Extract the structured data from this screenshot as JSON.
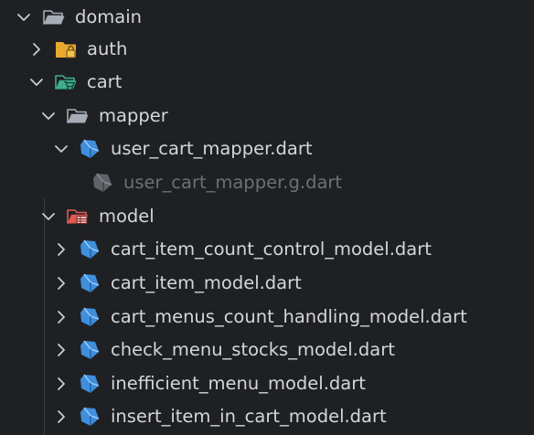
{
  "tree": {
    "domain": {
      "label": "domain"
    },
    "auth": {
      "label": "auth"
    },
    "cart": {
      "label": "cart"
    },
    "mapper": {
      "label": "mapper"
    },
    "user_cart_mapper": {
      "label": "user_cart_mapper.dart"
    },
    "user_cart_mapper_g": {
      "label": "user_cart_mapper.g.dart"
    },
    "model": {
      "label": "model"
    },
    "model_files": [
      {
        "label": "cart_item_count_control_model.dart"
      },
      {
        "label": "cart_item_model.dart"
      },
      {
        "label": "cart_menus_count_handling_model.dart"
      },
      {
        "label": "check_menu_stocks_model.dart"
      },
      {
        "label": "inefficient_menu_model.dart"
      },
      {
        "label": "insert_item_in_cart_model.dart"
      }
    ]
  },
  "colors": {
    "background": "#1f2023",
    "text": "#d4d6da",
    "dimmed_text": "#6c6f75",
    "folder_plain": "#a7adb6",
    "folder_auth": "#e9a830",
    "folder_cart": "#3fae8c",
    "folder_model": "#e05a55",
    "dart_blue": "#3f8fdc"
  }
}
